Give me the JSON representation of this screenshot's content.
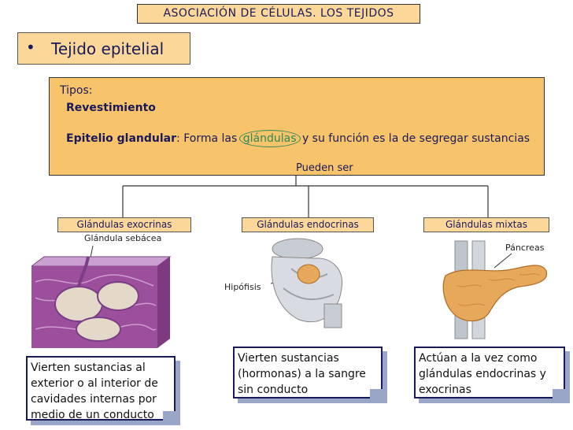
{
  "title": "ASOCIACIÓN DE CÉLULAS. LOS TEJIDOS",
  "section": {
    "bullet": "•",
    "label": "Tejido epitelial"
  },
  "types": {
    "label": "Tipos:",
    "revestimiento": "Revestimiento",
    "glandular_bold": "Epitelio glandular",
    "glandular_text_a": ": Forma las ",
    "glandular_highlight": "glándulas",
    "glandular_text_b": " y su función es la de segregar sustancias"
  },
  "connector_label": "Pueden ser",
  "categories": [
    {
      "label": "Glándulas exocrinas"
    },
    {
      "label": "Glándulas endocrinas"
    },
    {
      "label": "Glándulas mixtas"
    }
  ],
  "image_labels": {
    "sebacea": "Glándula sebácea",
    "hipofisis": "Hipófisis",
    "pancreas": "Páncreas"
  },
  "callouts": [
    {
      "text": "Vierten sustancias al exterior o al interior de cavidades internas por medio de un conducto"
    },
    {
      "text": "Vierten sustancias (hormonas) a la sangre sin conducto"
    },
    {
      "text": "Actúan a la vez como glándulas endocrinas y exocrinas"
    }
  ],
  "colors": {
    "box_fill": "#fcd79a",
    "types_fill": "#f7c36b",
    "highlight": "#2e8b57",
    "text": "#1a1a5a",
    "callout_shadow": "#9aa6c8"
  }
}
